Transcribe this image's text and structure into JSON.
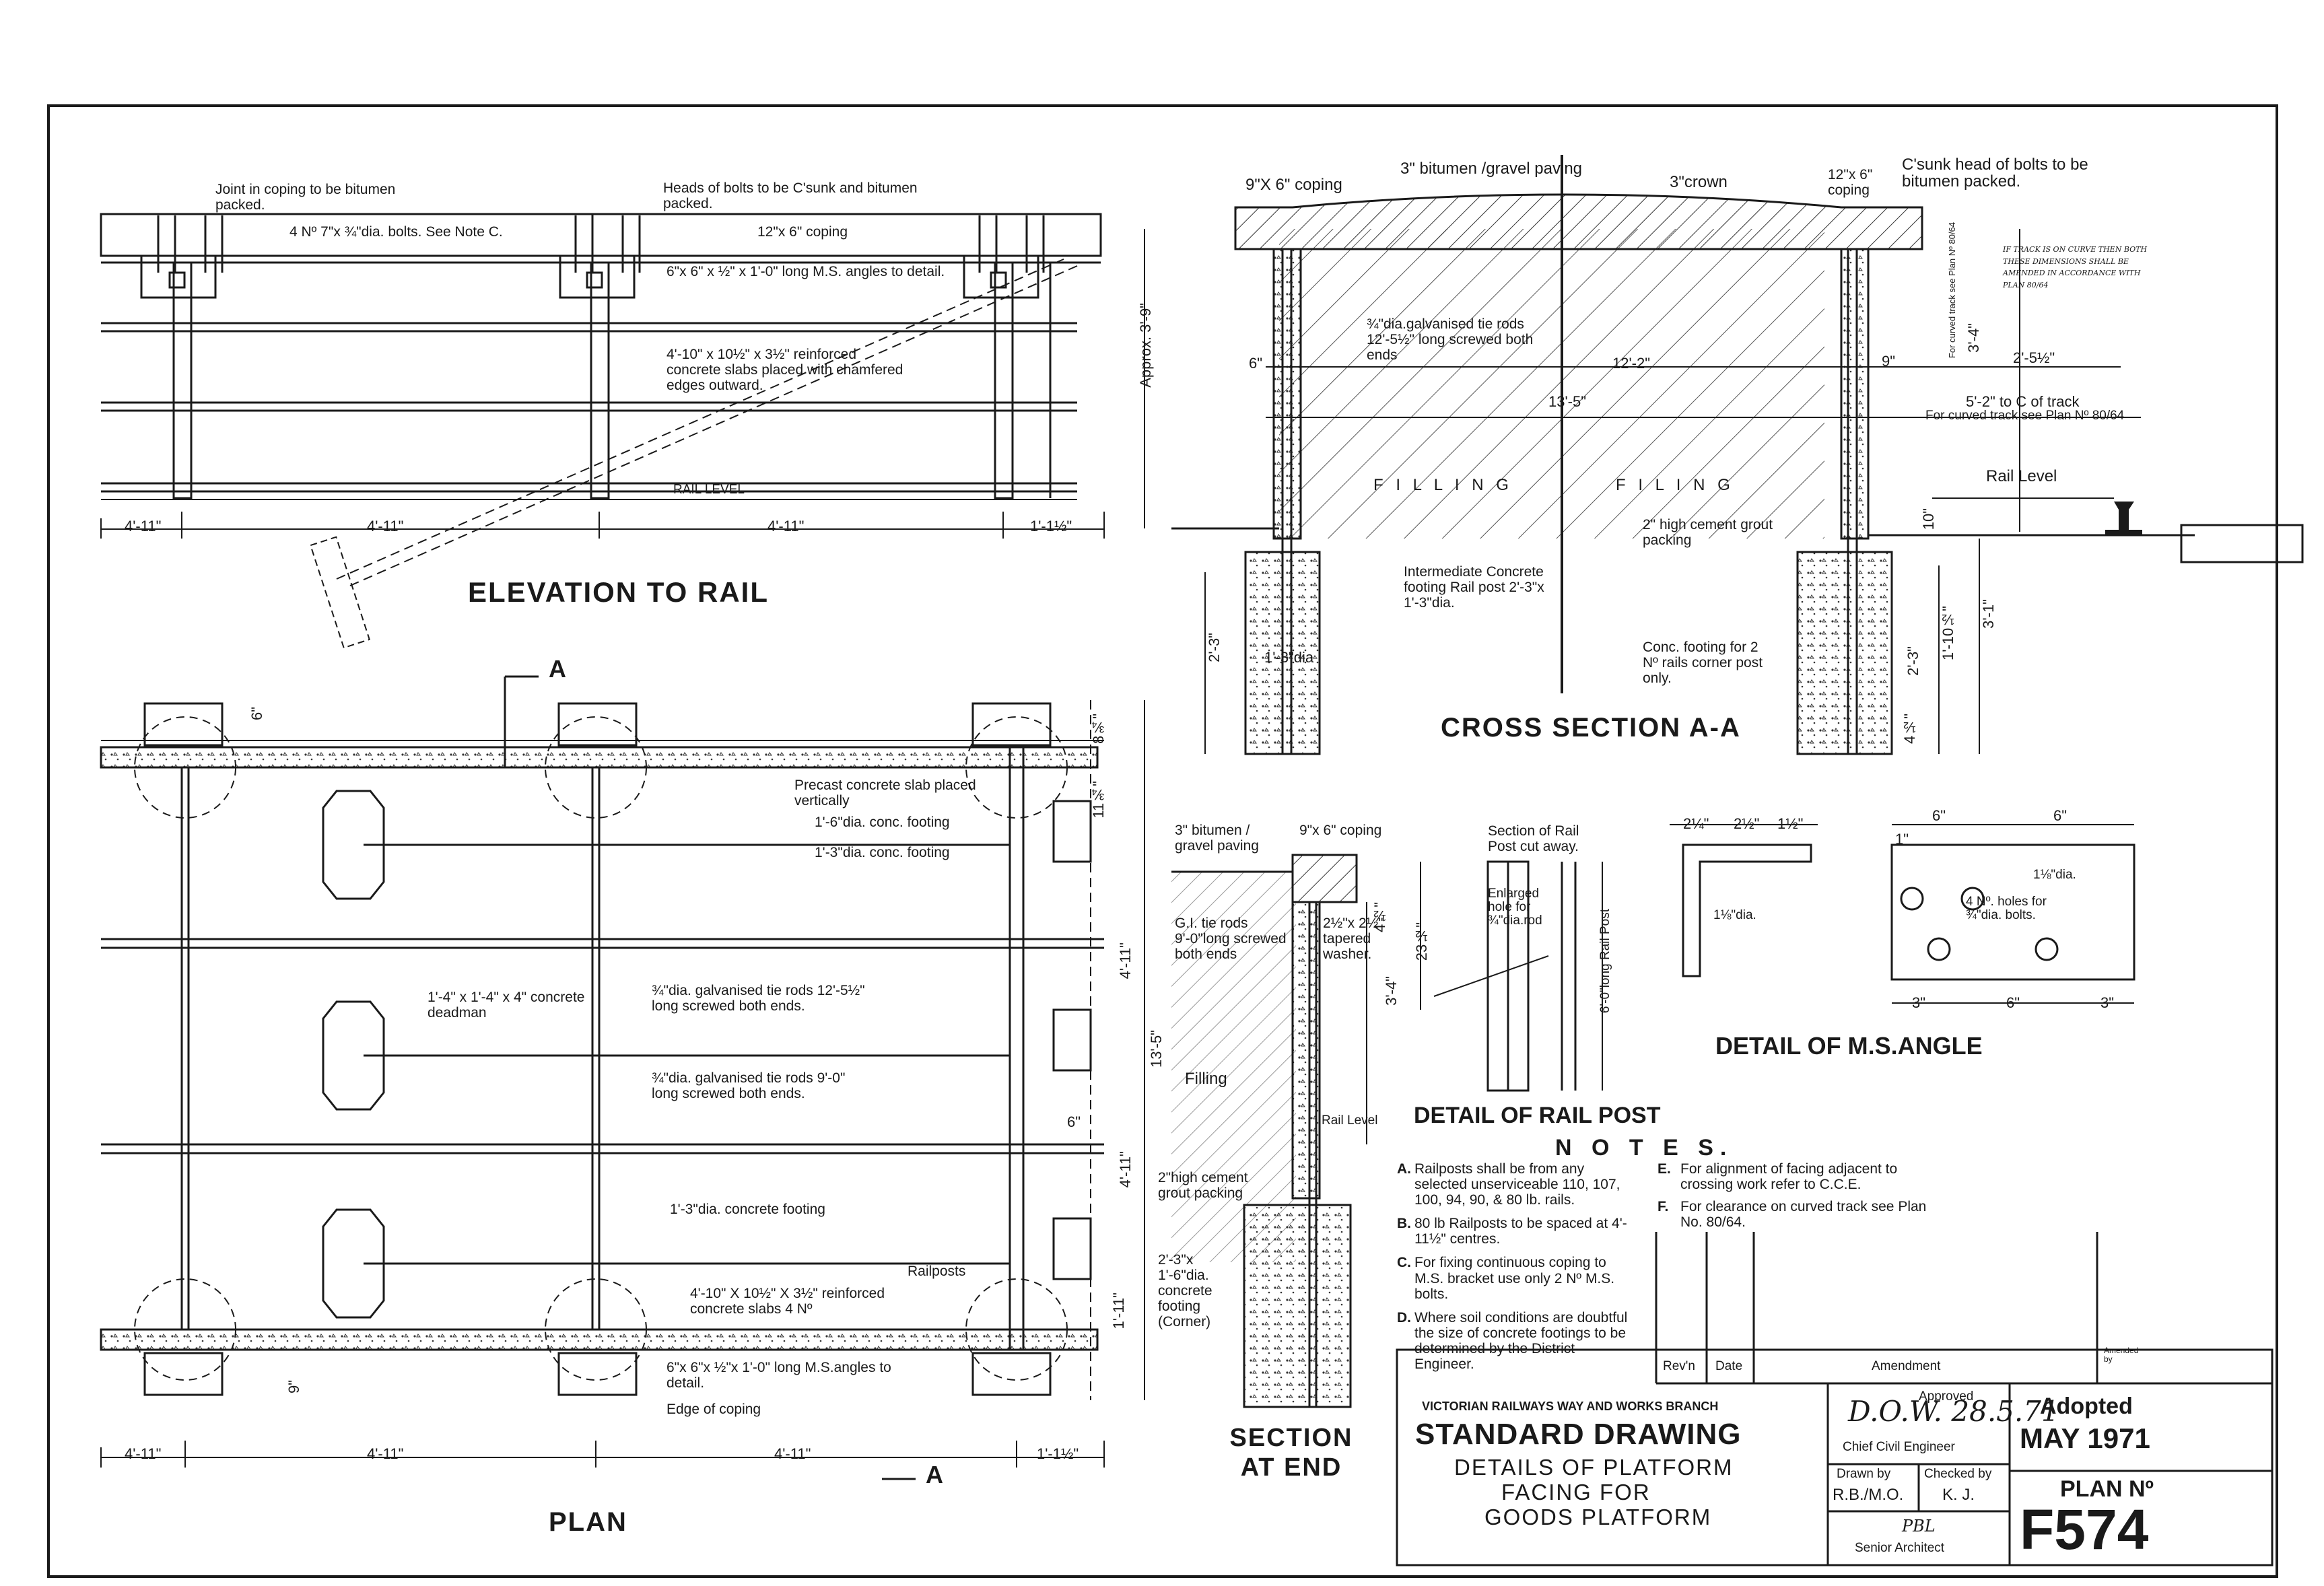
{
  "views": {
    "elevation": {
      "title": "ELEVATION TO RAIL",
      "labels": {
        "joint": "Joint in coping to be bitumen packed.",
        "heads": "Heads of bolts to be C'sunk and bitumen packed.",
        "bolts": "4 Nº 7\"x ¾\"dia. bolts. See Note C.",
        "coping": "12\"x 6\" coping",
        "angles": "6\"x 6\" x ½\" x 1'-0\" long M.S. angles to detail.",
        "slabs": "4'-10\" x 10½\" x 3½\" reinforced concrete slabs placed with chamfered edges outward.",
        "rail_level": "RAIL LEVEL"
      },
      "dims": [
        "4'-11\"",
        "4'-11\"",
        "4'-11\"",
        "1'-1½\""
      ]
    },
    "cross_section": {
      "title": "CROSS SECTION A-A",
      "labels": {
        "paving": "3\" bitumen /gravel paving",
        "coping_left": "9\"X 6\" coping",
        "crown": "3\"crown",
        "coping_right": "12\"x 6\" coping",
        "csunk": "C'sunk head of bolts to be bitumen packed.",
        "tie_rods": "¾\"dia.galvanised tie rods 12'-5½\" long screwed both ends",
        "filling": "F I L L I N G",
        "filling2": "F I L I N G",
        "grout": "2\" high cement grout packing",
        "intermediate": "Intermediate Concrete footing Rail post 2'-3\"x 1'-3\"dia.",
        "conc_footing": "Conc. footing for 2 Nº rails corner post only.",
        "curve_note": "IF TRACK IS ON CURVE THEN BOTH THESE DIMENSIONS SHALL BE AMENDED IN ACCORDANCE WITH PLAN 80/64",
        "rail_level": "Rail Level",
        "curved_track": "For curved track see Plan Nº 80/64",
        "curved_track2": "For curved track see Plan Nº 80/64"
      },
      "dims": {
        "approx": "Approx. 3'-9\"",
        "d6": "6\"",
        "d12_2": "12'-2\"",
        "d9": "9\"",
        "d13_5": "13'-5\"",
        "d3_4": "3'-4\"",
        "d2_5": "2'-5½\"",
        "d5_2": "5'-2\" to C of track",
        "d2_3": "2'-3\"",
        "d1_3": "1'-3\"dia",
        "d10": "10\"",
        "d1_10": "1'-10½\"",
        "d2_3b": "2'-3\"",
        "d3_1": "3'-1\"",
        "d4": "4½\""
      }
    },
    "plan": {
      "title": "PLAN",
      "section_marker": "A",
      "labels": {
        "precast": "Precast concrete slab placed vertically",
        "footing_16": "1'-6\"dia. conc. footing",
        "footing_13": "1'-3\"dia. conc. footing",
        "deadman": "1'-4\" x 1'-4\" x 4\" concrete deadman",
        "tie_12": "¾\"dia. galvanised tie rods 12'-5½\" long screwed both ends.",
        "tie_9": "¾\"dia. galvanised tie rods 9'-0\" long screwed both ends.",
        "footing_13b": "1'-3\"dia. concrete footing",
        "railposts": "Railposts",
        "slabs": "4'-10\" X 10½\" X 3½\" reinforced concrete slabs 4 Nº",
        "angles": "6\"x 6\"x ½\"x 1'-0\" long M.S.angles to detail.",
        "edge": "Edge of coping"
      },
      "dims": {
        "bottom": [
          "4'-11\"",
          "4'-11\"",
          "4'-11\"",
          "1'-1½\""
        ],
        "right": [
          "8¾\"",
          "11¾\"",
          "4'-11\"",
          "4'-11\"",
          "1'-11\"",
          "13'-5\"",
          "6\""
        ],
        "left_top": "6\"",
        "left_bottom": "9\""
      }
    },
    "section_end": {
      "title": "SECTION AT END",
      "labels": {
        "paving": "3\" bitumen / gravel paving",
        "coping": "9\"x 6\" coping",
        "tie_rods": "G.I. tie rods 9'-0\"long screwed both ends",
        "washer": "2½\"x 2½\" tapered washer.",
        "filling": "Filling",
        "rail_level": "Rail Level",
        "grout": "2\"high cement grout packing",
        "footing": "2'-3\"x 1'-6\"dia. concrete footing (Corner)"
      }
    },
    "rail_post": {
      "title": "DETAIL OF RAIL POST",
      "labels": {
        "section": "Section of Rail Post cut away.",
        "hole": "Enlarged hole for ¾\"dia.rod",
        "long": "6'-0\"long Rail Post"
      },
      "dims": [
        "4½\"",
        "3'-4\"",
        "23½\""
      ]
    },
    "ms_angle": {
      "title": "DETAIL OF M.S.ANGLE",
      "labels": {
        "hole_dia": "1⅛\"dia.",
        "holes": "4 Nº. holes for ¾\"dia. bolts.",
        "dia2": "1⅛\"dia."
      },
      "dims": {
        "top": [
          "2¼\"",
          "2½\"",
          "1½\""
        ],
        "top2": [
          "6\"",
          "6\""
        ],
        "d1": "1\"",
        "bottom": [
          "3\"",
          "6\"",
          "3\""
        ]
      }
    }
  },
  "notes": {
    "heading": "N O T E S.",
    "items": [
      {
        "key": "A.",
        "text": "Railposts shall be from any selected unserviceable 110, 107, 100, 94, 90, & 80 lb. rails."
      },
      {
        "key": "B.",
        "text": "80 lb Railposts to be spaced at 4'- 11½\" centres."
      },
      {
        "key": "C.",
        "text": "For fixing continuous coping to M.S. bracket use only 2 Nº M.S. bolts."
      },
      {
        "key": "D.",
        "text": "Where soil conditions are doubtful the size of concrete footings to be determined by the District Engineer."
      },
      {
        "key": "E.",
        "text": "For alignment of facing adjacent to crossing work refer to C.C.E."
      },
      {
        "key": "F.",
        "text": "For clearance on curved track see Plan No. 80/64."
      }
    ]
  },
  "title_block": {
    "amend_cols": [
      "Rev'n",
      "Date",
      "Amendment",
      "Amended by"
    ],
    "org": "VICTORIAN RAILWAYS   WAY AND WORKS BRANCH",
    "drawing_type": "STANDARD DRAWING",
    "title": [
      "DETAILS OF PLATFORM",
      "FACING FOR",
      "GOODS PLATFORM"
    ],
    "approved": "Approved",
    "approved_sig": "D.O.W. 28.5.71",
    "chief": "Chief Civil Engineer",
    "adopted": "Adopted",
    "adopted_date": "MAY 1971",
    "drawn_by_label": "Drawn by",
    "drawn_by": "R.B./M.O.",
    "checked_by_label": "Checked by",
    "checked_by": "K. J.",
    "plan_no_label": "PLAN Nº",
    "plan_no": "F574",
    "architect_sig": "PBL",
    "architect": "Senior Architect"
  },
  "colors": {
    "ink": "#1a1a1a",
    "paper": "#ffffff",
    "hatch": "#555555"
  }
}
